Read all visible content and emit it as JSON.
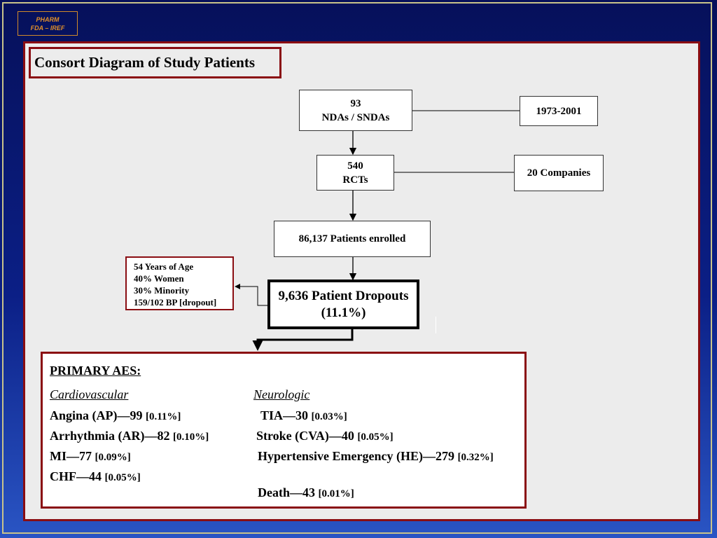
{
  "logo": {
    "line1": "PHARM",
    "line2": "FDA – IREF"
  },
  "title": "Consort Diagram of Study Patients",
  "boxes": {
    "ndas": {
      "line1": "93",
      "line2": "NDAs / SNDAs"
    },
    "years": "1973-2001",
    "rcts": {
      "line1": "540",
      "line2": "RCTs"
    },
    "companies": "20 Companies",
    "enrolled": "86,137 Patients enrolled",
    "dropouts": {
      "line1": "9,636 Patient Dropouts",
      "line2": "(11.1%)"
    }
  },
  "demographics": {
    "line1": "54 Years of Age",
    "line2": "40% Women",
    "line3": "30% Minority",
    "line4": "159/102 BP [dropout]"
  },
  "aes": {
    "heading": "PRIMARY AES:",
    "cardio": {
      "label": "Cardiovascular",
      "items": [
        {
          "name": "Angina (AP)—99",
          "pct": "[0.11%]"
        },
        {
          "name": "Arrhythmia (AR)—82",
          "pct": "[0.10%]"
        },
        {
          "name": "MI—77",
          "pct": "[0.09%]"
        },
        {
          "name": "CHF—44",
          "pct": "[0.05%]"
        }
      ]
    },
    "neuro": {
      "label": "Neurologic",
      "items": [
        {
          "name": "TIA—30",
          "pct": "[0.03%]"
        },
        {
          "name": "Stroke (CVA)—40",
          "pct": "[0.05%]"
        },
        {
          "name": "Hypertensive Emergency (HE)—279",
          "pct": "[0.32%]"
        },
        {
          "name": "Death—43",
          "pct": "[0.01%]"
        }
      ]
    }
  }
}
